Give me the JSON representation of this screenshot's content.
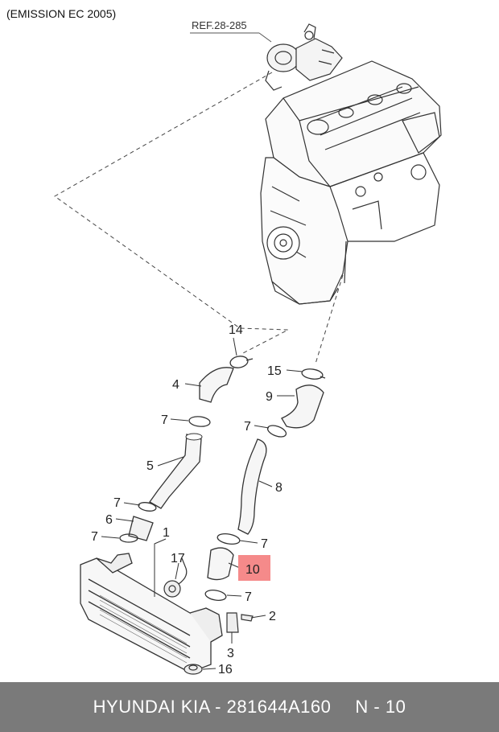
{
  "header": {
    "caption": "(EMISSION EC 2005)",
    "reference": "REF.28-285"
  },
  "callouts": {
    "c1": "1",
    "c2": "2",
    "c3": "3",
    "c4": "4",
    "c5": "5",
    "c6": "6",
    "c7a": "7",
    "c7b": "7",
    "c7c": "7",
    "c7d": "7",
    "c7e": "7",
    "c7f": "7",
    "c8": "8",
    "c9": "9",
    "c10": "10",
    "c14": "14",
    "c15": "15",
    "c16": "16",
    "c17": "17"
  },
  "highlight": {
    "color": "#f58a8a"
  },
  "footer": {
    "part_text": "HYUNDAI  KIA - 281644A160",
    "page_text": "N - 10"
  }
}
